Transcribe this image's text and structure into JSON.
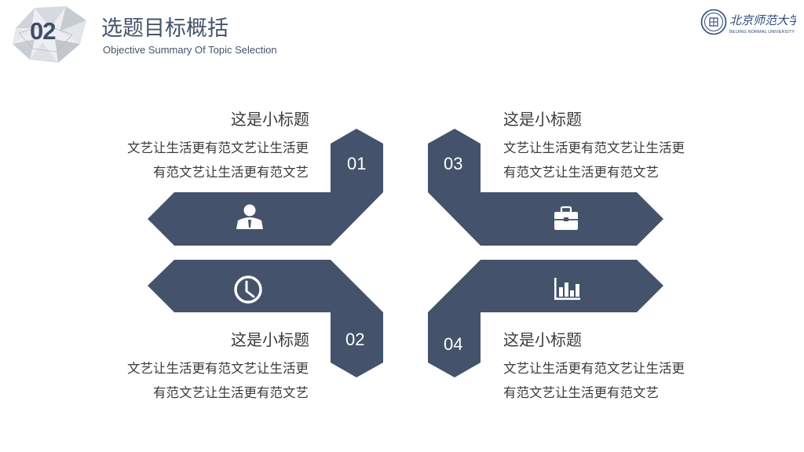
{
  "header": {
    "badge": "02",
    "title": "选题目标概括",
    "subtitle": "Objective Summary Of Topic Selection",
    "logo_text": "北京师范大学",
    "logo_small": "BEIJING NORMAL UNIVERSITY"
  },
  "colors": {
    "shape": "#44536b",
    "text": "#3a3a3a",
    "title": "#44546a"
  },
  "items": [
    {
      "number": "01",
      "title": "这是小标题",
      "line1": "文艺让生活更有范文艺让生活更",
      "line2": "有范文艺让生活更有范文艺",
      "icon": "user-icon"
    },
    {
      "number": "02",
      "title": "这是小标题",
      "line1": "文艺让生活更有范文艺让生活更",
      "line2": "有范文艺让生活更有范文艺",
      "icon": "clock-icon"
    },
    {
      "number": "03",
      "title": "这是小标题",
      "line1": "文艺让生活更有范文艺让生活更",
      "line2": "有范文艺让生活更有范文艺",
      "icon": "briefcase-icon"
    },
    {
      "number": "04",
      "title": "这是小标题",
      "line1": "文艺让生活更有范文艺让生活更",
      "line2": "有范文艺让生活更有范文艺",
      "icon": "bar-chart-icon"
    }
  ]
}
